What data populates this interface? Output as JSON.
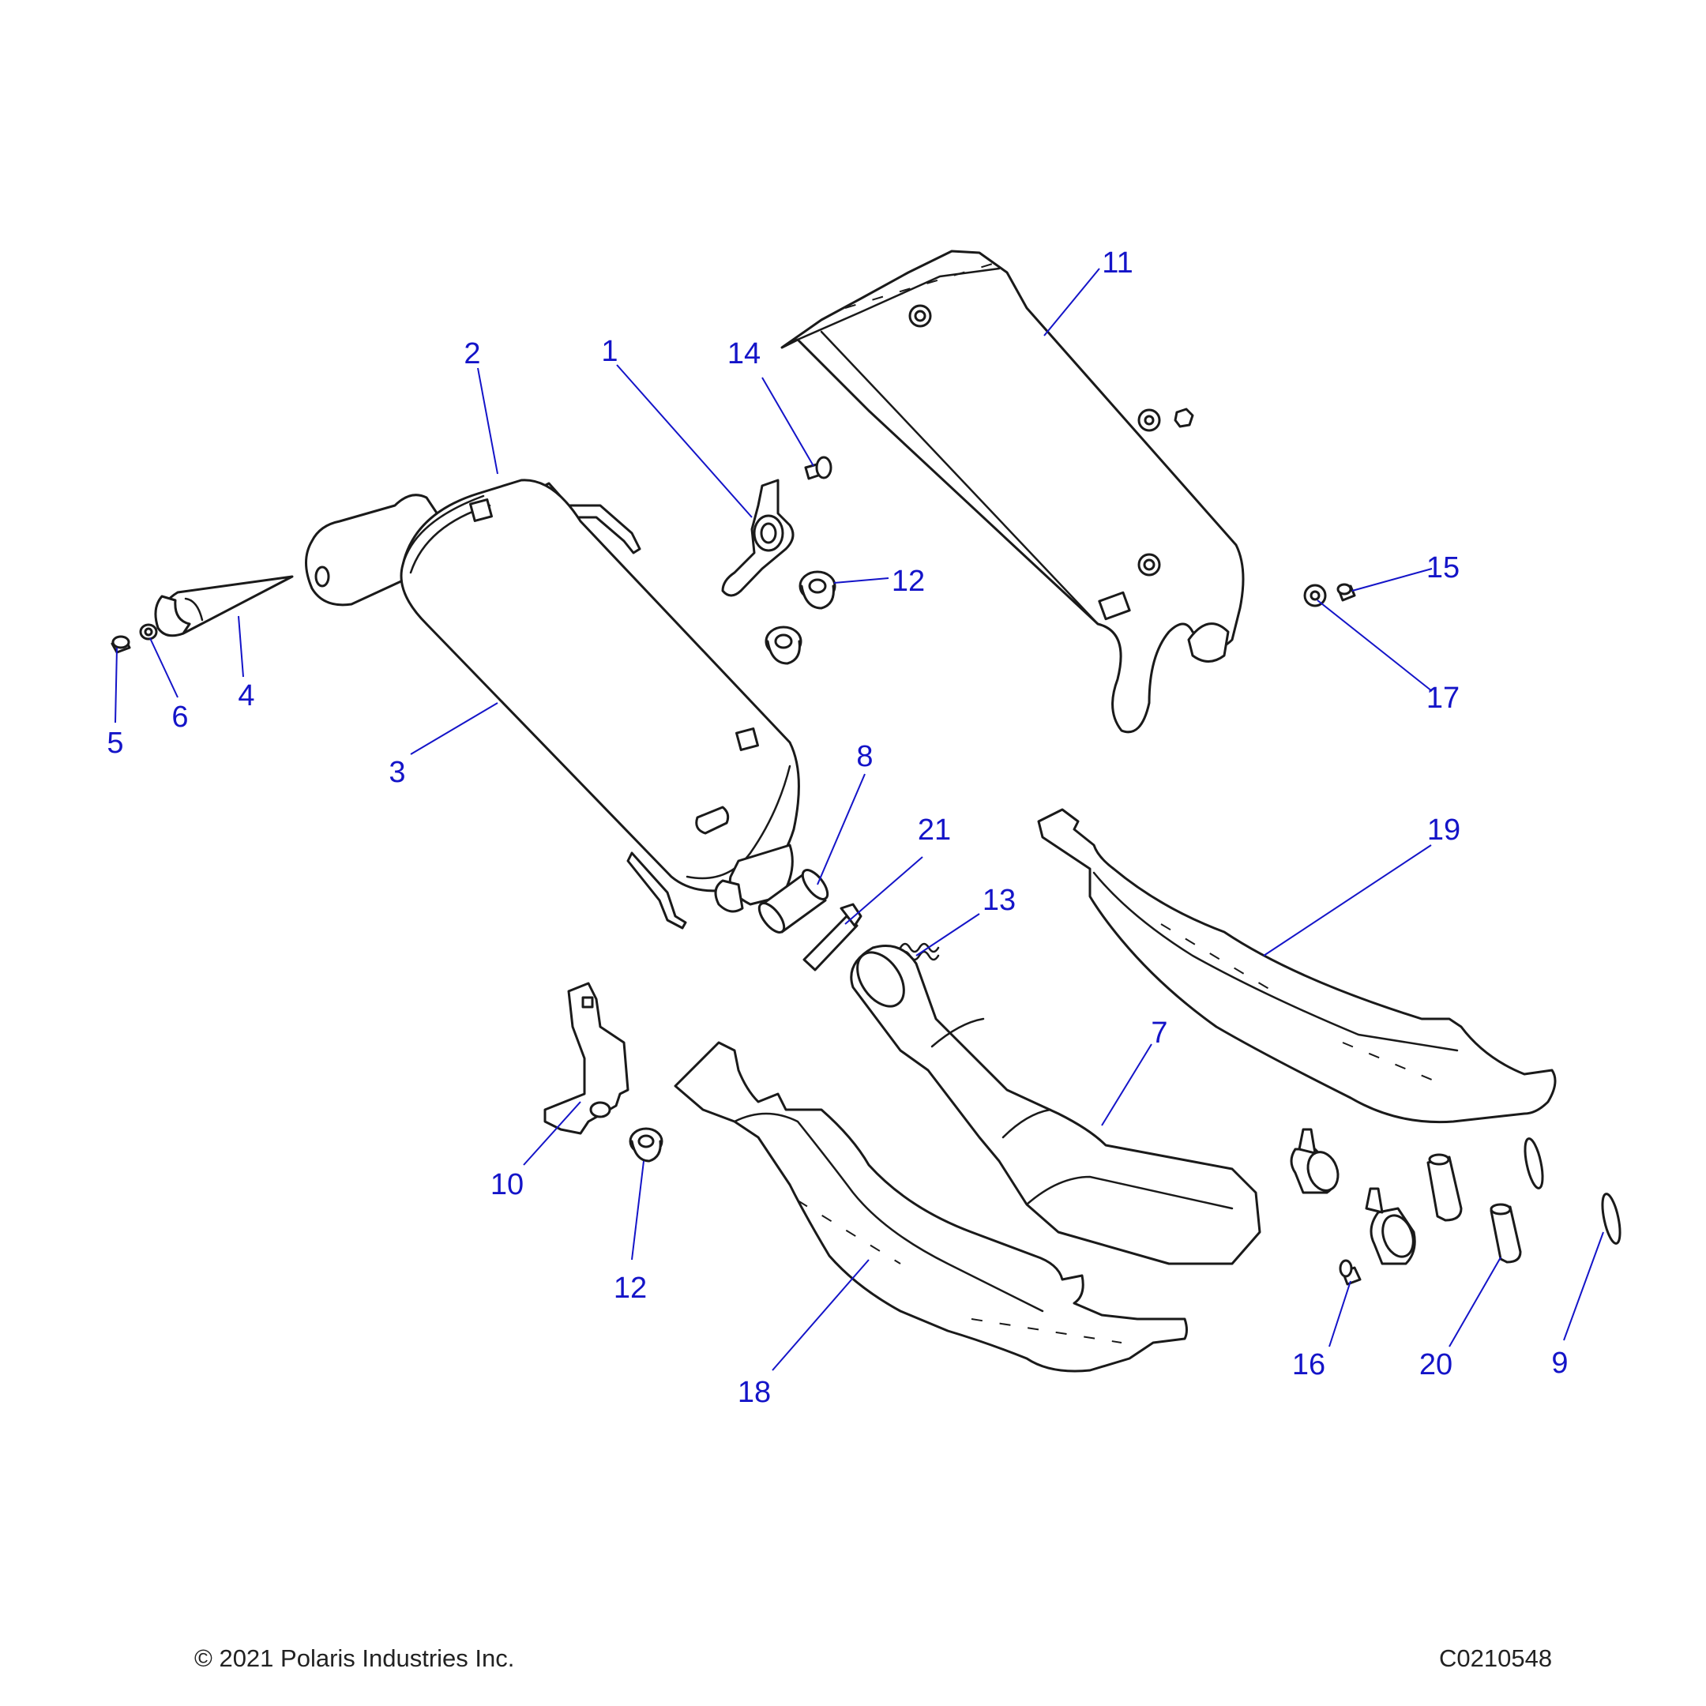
{
  "diagram": {
    "callouts": [
      {
        "id": "1",
        "label": "1"
      },
      {
        "id": "2",
        "label": "2"
      },
      {
        "id": "3",
        "label": "3"
      },
      {
        "id": "4",
        "label": "4"
      },
      {
        "id": "5",
        "label": "5"
      },
      {
        "id": "6",
        "label": "6"
      },
      {
        "id": "7",
        "label": "7"
      },
      {
        "id": "8",
        "label": "8"
      },
      {
        "id": "9",
        "label": "9"
      },
      {
        "id": "10",
        "label": "10"
      },
      {
        "id": "11",
        "label": "11"
      },
      {
        "id": "12a",
        "label": "12"
      },
      {
        "id": "12b",
        "label": "12"
      },
      {
        "id": "13",
        "label": "13"
      },
      {
        "id": "14",
        "label": "14"
      },
      {
        "id": "15",
        "label": "15"
      },
      {
        "id": "16",
        "label": "16"
      },
      {
        "id": "17",
        "label": "17"
      },
      {
        "id": "18",
        "label": "18"
      },
      {
        "id": "19",
        "label": "19"
      },
      {
        "id": "20",
        "label": "20"
      },
      {
        "id": "21",
        "label": "21"
      }
    ]
  },
  "footer": {
    "copyright": "© 2021 Polaris Industries Inc.",
    "drawing_id": "C0210548"
  },
  "colors": {
    "callout": "#1414c8",
    "line_art": "#1a1a1a",
    "background": "#ffffff"
  }
}
